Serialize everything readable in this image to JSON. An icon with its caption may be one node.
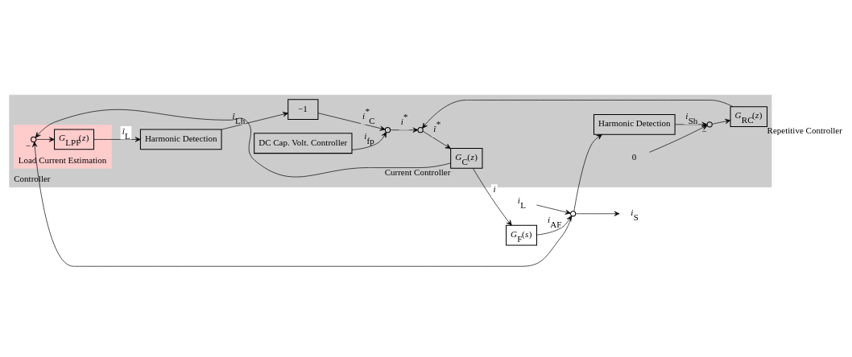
{
  "diagram": {
    "nodes": [
      {
        "text": [
          "Controller"
        ]
      },
      {
        "text": [
          "Load Current Estimation"
        ],
        "in": 0
      },
      {
        "text": [
          "*i*$_{L}$"
        ]
      },
      {
        "text": [
          "Harmonic Detection"
        ],
        "in": 0
      },
      {
        "text": [
          "−1"
        ],
        "in": 0
      },
      {
        "text": [],
        "shape": "circle",
        "in": 0
      },
      {
        "text": [
          "DC Cap. Volt. Controller"
        ],
        "in": 0
      },
      {
        "text": [],
        "shape": "circle",
        "in": 0
      },
      {
        "text": [
          "*G*$_{C}$(*z*)"
        ],
        "beside": [
          "Current Controller"
        ],
        "in": 0
      },
      {
        "text": [
          "*G*$_{F}$(*s*)"
        ]
      },
      {
        "text": [],
        "shape": "circle"
      },
      {
        "text": [
          "*i*$_{S}$"
        ]
      },
      {
        "text": [],
        "shape": "circle",
        "beside": [
          "−"
        ],
        "in": 1
      },
      {
        "text": [
          "*G*$_{LPF}$(*z*)"
        ],
        "in": 1
      },
      {
        "text": [
          "Harmonic Detection"
        ],
        "in": 0
      },
      {
        "text": [],
        "shape": "circle",
        "beside": [
          "−"
        ],
        "in": 0
      },
      {
        "text": [
          "*G*$_{RC}$(*z*)"
        ],
        "beside": [
          "Repetitive Controller"
        ],
        "in": 0
      },
      {
        "text": [
          "0"
        ],
        "in": 0
      }
    ],
    "edges": [
      {
        "from": 2,
        "to": 10,
        "arrow": "to"
      },
      {
        "from": 10,
        "to": 11,
        "arrow": "to"
      },
      {
        "from": 9,
        "to": 10,
        "arrow": "to",
        "label": "*i*$_{AF}$"
      },
      {
        "from": 8,
        "to": 9,
        "arrow": "to",
        "label": "*i*"
      },
      {
        "from": 8,
        "to": 12,
        "arrow": "to"
      },
      {
        "from": 10,
        "to": 12,
        "arrow": "to"
      },
      {
        "from": 10,
        "to": 14,
        "arrow": "to"
      },
      {
        "from": 12,
        "to": 13,
        "arrow": "to"
      },
      {
        "from": 13,
        "to": 3,
        "arrow": "to",
        "label": "*î*$_{L}$"
      },
      {
        "from": 3,
        "to": 4,
        "arrow": "to",
        "label": "*î*$_{Lh}$"
      },
      {
        "from": 4,
        "to": 5,
        "arrow": "to",
        "label": "*i*$^{*}$$_{C}$"
      },
      {
        "from": 6,
        "to": 5,
        "arrow": "to",
        "label": "*i*$_{fp}$"
      },
      {
        "from": 5,
        "to": 7,
        "arrow": "to",
        "label": "*i*$^{*}$"
      },
      {
        "from": 7,
        "to": 8,
        "arrow": "to",
        "label": "*î*$^{*}$"
      },
      {
        "from": 14,
        "to": 15,
        "arrow": "to",
        "label": "*i*$_{Sh}$"
      },
      {
        "from": 17,
        "to": 15,
        "arrow": "to"
      },
      {
        "from": 15,
        "to": 16,
        "arrow": "to"
      },
      {
        "from": 16,
        "to": 7,
        "arrow": "to"
      }
    ]
  }
}
